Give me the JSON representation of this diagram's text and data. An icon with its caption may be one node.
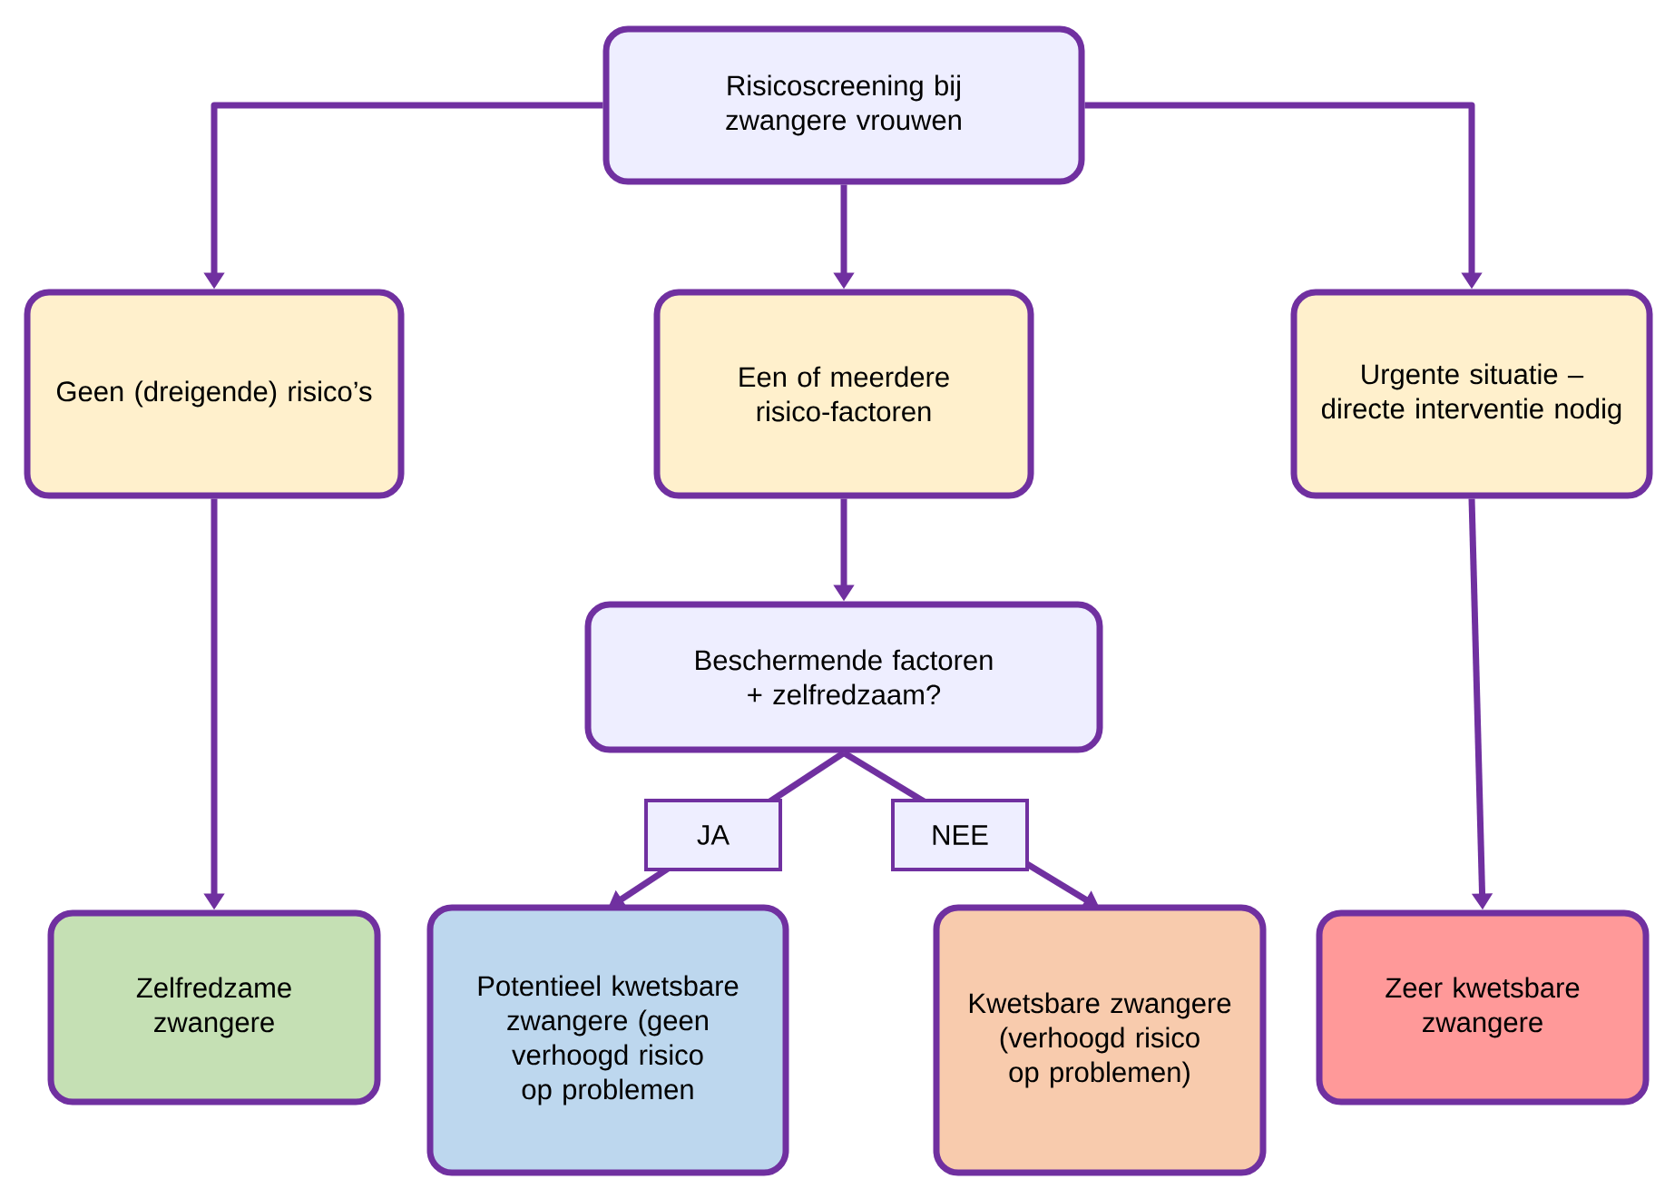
{
  "diagram": {
    "nodes": [
      {
        "text": [
          "Risicoscreening bij zwangere vrouwen"
        ]
      },
      {
        "text": [
          "Geen (dreigende) risico’s"
        ]
      },
      {
        "text": [
          "Een of meerdere risico-factoren"
        ]
      },
      {
        "text": [
          "Urgente situatie – directe interventie nodig"
        ]
      },
      {
        "text": [
          "Beschermende factoren + zelfredzaam?"
        ]
      },
      {
        "text": [
          "Zelfredzame zwangere"
        ]
      },
      {
        "text": [
          "Potentieel kwetsbare zwangere (geen verhoogd risico op problemen"
        ]
      },
      {
        "text": [
          "Kwetsbare zwangere (verhoogd risico op problemen)"
        ]
      },
      {
        "text": [
          "Zeer kwetsbare zwangere"
        ]
      }
    ],
    "edges": [
      {
        "from": 0,
        "to": 1,
        "arrow": "to"
      },
      {
        "from": 0,
        "to": 2,
        "arrow": "to"
      },
      {
        "from": 0,
        "to": 3,
        "arrow": "to"
      },
      {
        "from": 1,
        "to": 5,
        "arrow": "to"
      },
      {
        "from": 2,
        "to": 4,
        "arrow": "to"
      },
      {
        "from": 3,
        "to": 8,
        "arrow": "to"
      },
      {
        "from": 4,
        "to": 6,
        "arrow": "to",
        "label": "JA"
      },
      {
        "from": 4,
        "to": 7,
        "arrow": "to",
        "label": "NEE"
      }
    ]
  }
}
